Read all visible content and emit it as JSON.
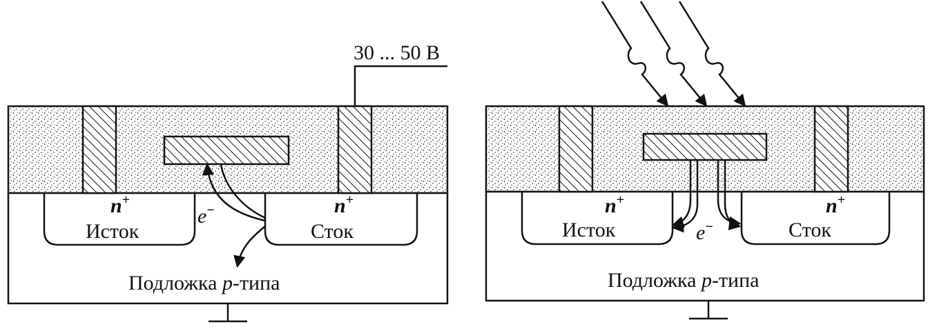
{
  "left": {
    "voltage_label": "30 ... 50 В",
    "source_n": "n",
    "source_sup": "+",
    "source_label": "Исток",
    "drain_n": "n",
    "drain_sup": "+",
    "drain_label": "Сток",
    "electron": "e",
    "electron_sup": "−",
    "substrate_prefix": "Подложка ",
    "substrate_p": "p",
    "substrate_suffix": "-типа"
  },
  "right": {
    "source_n": "n",
    "source_sup": "+",
    "source_label": "Исток",
    "drain_n": "n",
    "drain_sup": "+",
    "drain_label": "Сток",
    "electron": "e",
    "electron_sup": "−",
    "substrate_prefix": "Подложка ",
    "substrate_p": "p",
    "substrate_suffix": "-типа"
  },
  "colors": {
    "ink": "#111111",
    "background": "#ffffff"
  }
}
